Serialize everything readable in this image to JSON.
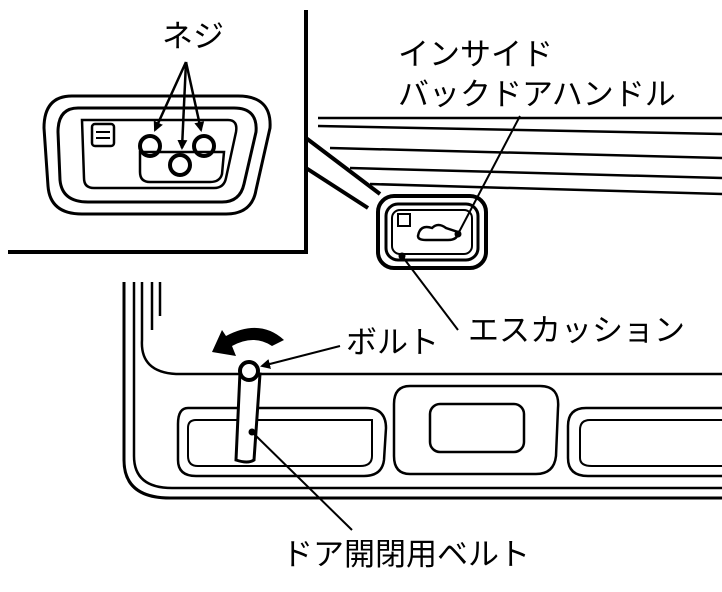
{
  "labels": {
    "screws": "ネジ",
    "inside_back_door_handle_line1": "インサイド",
    "inside_back_door_handle_line2": "バックドアハンドル",
    "escutcheon": "エスカッション",
    "bolt": "ボルト",
    "door_open_close_belt": "ドア開閉用ベルト"
  },
  "colors": {
    "ink": "#000000",
    "paper": "#ffffff"
  }
}
